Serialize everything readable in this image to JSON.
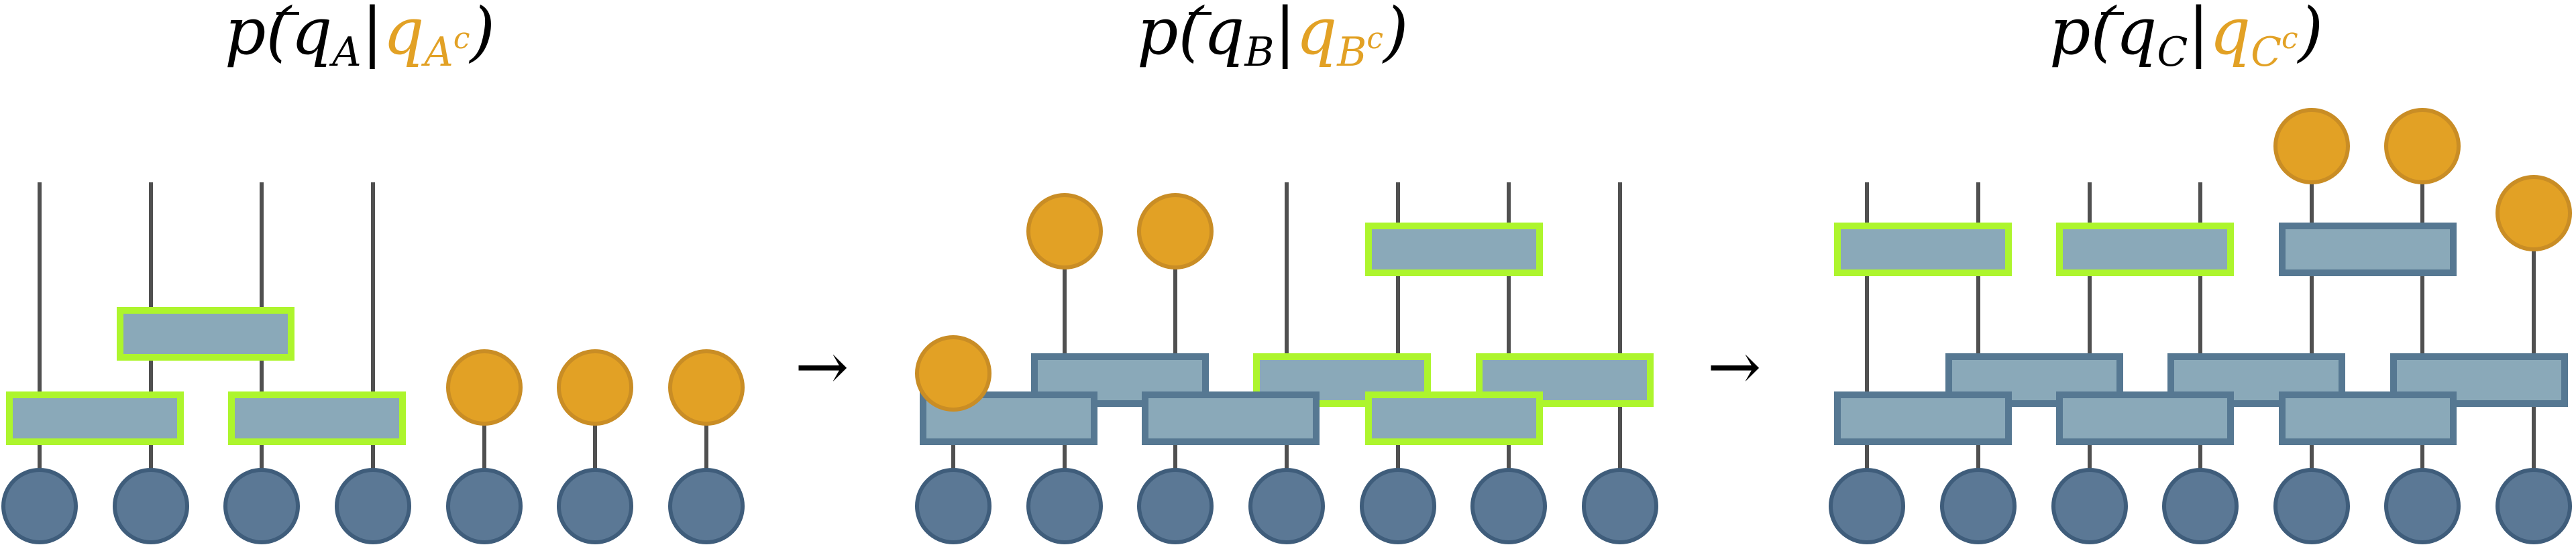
{
  "panels": [
    {
      "label": {
        "p": "p(",
        "q": "q",
        "bar_sub": "A",
        "sep": "|",
        "q2": "q",
        "sub2": "A",
        "sup2": "c",
        "close": ")"
      },
      "label_x": 520
    },
    {
      "label": {
        "p": "p(",
        "q": "q",
        "bar_sub": "B",
        "sep": "|",
        "q2": "q",
        "sub2": "B",
        "sup2": "c",
        "close": ")"
      },
      "label_x": 1880
    },
    {
      "label": {
        "p": "p(",
        "q": "q",
        "bar_sub": "C",
        "sep": "|",
        "q2": "q",
        "sub2": "C",
        "sup2": "c",
        "close": ")"
      },
      "label_x": 3240
    }
  ],
  "arrows": [
    "→",
    "→"
  ],
  "colors": {
    "conditioned": "#e2a125",
    "qubit": "#5b7895",
    "gate": "#8aa9b9",
    "highlight": "#adf52d"
  }
}
